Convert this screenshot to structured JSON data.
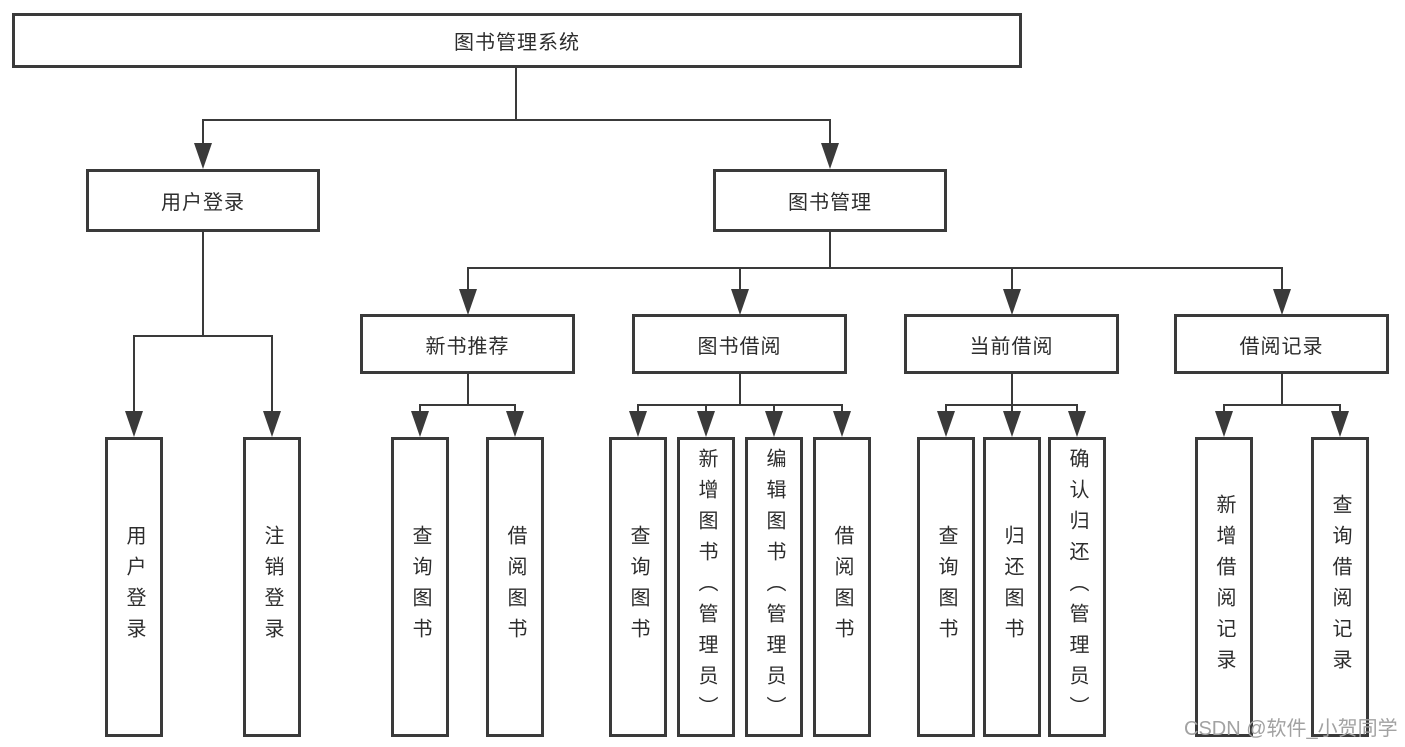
{
  "diagram": {
    "root": {
      "label": "图书管理系统"
    },
    "branches": [
      {
        "label": "用户登录",
        "children": [
          {
            "label": "用户登录"
          },
          {
            "label": "注销登录"
          }
        ]
      },
      {
        "label": "图书管理",
        "children": [
          {
            "label": "新书推荐",
            "children": [
              {
                "label": "查询图书"
              },
              {
                "label": "借阅图书"
              }
            ]
          },
          {
            "label": "图书借阅",
            "children": [
              {
                "label": "查询图书"
              },
              {
                "label": "新增图书（管理员）"
              },
              {
                "label": "编辑图书（管理员）"
              },
              {
                "label": "借阅图书"
              }
            ]
          },
          {
            "label": "当前借阅",
            "children": [
              {
                "label": "查询图书"
              },
              {
                "label": "归还图书"
              },
              {
                "label": "确认归还（管理员）"
              }
            ]
          },
          {
            "label": "借阅记录",
            "children": [
              {
                "label": "新增借阅记录"
              },
              {
                "label": "查询借阅记录"
              }
            ]
          }
        ]
      }
    ]
  },
  "watermark": {
    "text": "CSDN @软件_小贺同学"
  },
  "colors": {
    "line": "#3a3a3a",
    "box_fill": "#ffffff",
    "text": "#2d2d2d",
    "watermark": "#a2a2a2"
  }
}
